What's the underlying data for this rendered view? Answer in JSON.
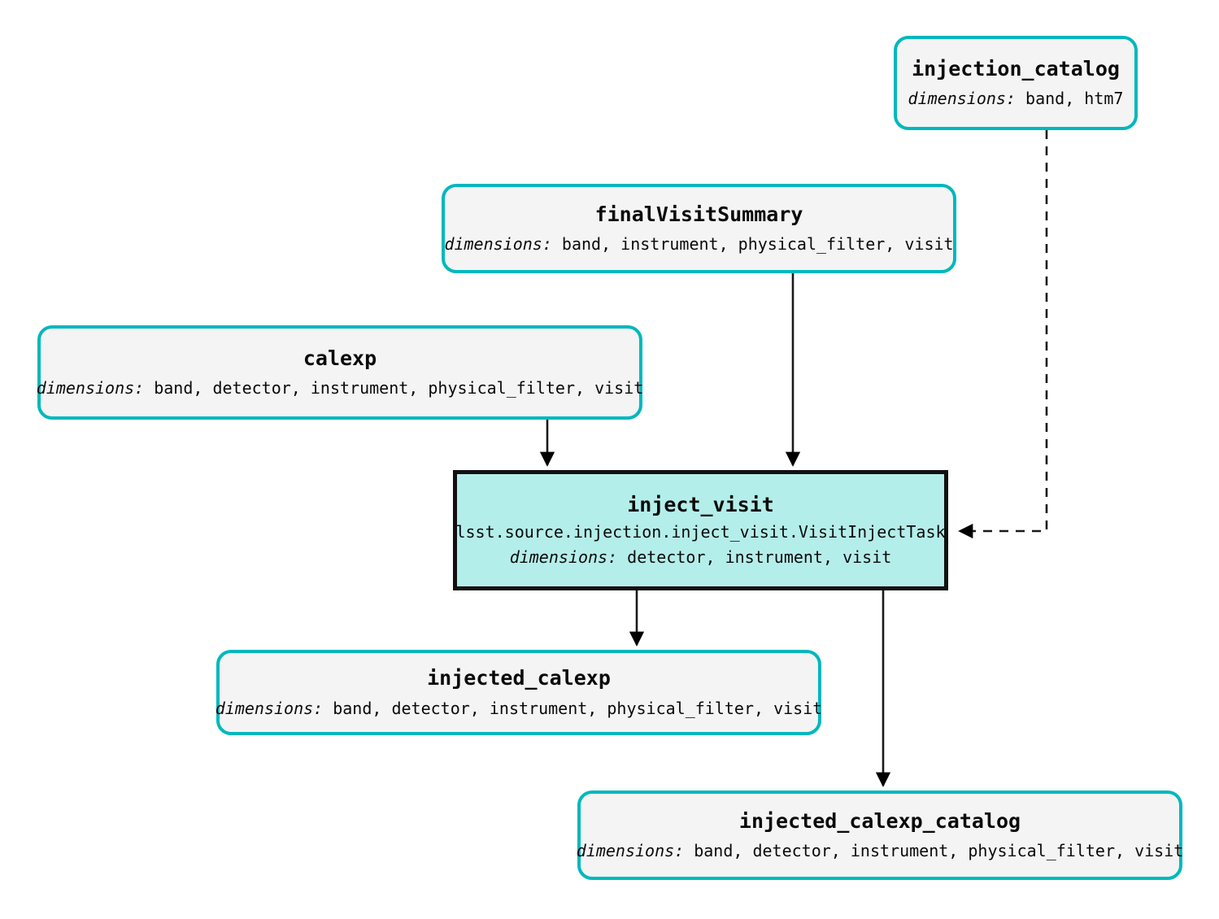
{
  "diagram": {
    "type": "pipeline-dag",
    "background_color": "#ffffff",
    "dataset_border_color": "#00b8bd",
    "dataset_fill_color": "#f4f4f4",
    "task_border_color": "#111111",
    "task_fill_color": "#b4eeea",
    "edge_color": "#000000",
    "dimensions_label": "dimensions:"
  },
  "nodes": {
    "injection_catalog": {
      "id": "injection_catalog",
      "kind": "dataset",
      "title": "injection_catalog",
      "dims_key": "dimensions:",
      "dims_value": " band, htm7"
    },
    "finalVisitSummary": {
      "id": "finalVisitSummary",
      "kind": "dataset",
      "title": "finalVisitSummary",
      "dims_key": "dimensions:",
      "dims_value": " band, instrument, physical_filter, visit"
    },
    "calexp": {
      "id": "calexp",
      "kind": "dataset",
      "title": "calexp",
      "dims_key": "dimensions:",
      "dims_value": " band, detector, instrument, physical_filter, visit"
    },
    "inject_visit": {
      "id": "inject_visit",
      "kind": "task",
      "title": "inject_visit",
      "task_class": "lsst.source.injection.inject_visit.VisitInjectTask",
      "dims_key": "dimensions:",
      "dims_value": " detector, instrument, visit"
    },
    "injected_calexp": {
      "id": "injected_calexp",
      "kind": "dataset",
      "title": "injected_calexp",
      "dims_key": "dimensions:",
      "dims_value": " band, detector, instrument, physical_filter, visit"
    },
    "injected_calexp_catalog": {
      "id": "injected_calexp_catalog",
      "kind": "dataset",
      "title": "injected_calexp_catalog",
      "dims_key": "dimensions:",
      "dims_value": " band, detector, instrument, physical_filter, visit"
    }
  },
  "edges": [
    {
      "from": "calexp",
      "to": "inject_visit",
      "style": "solid"
    },
    {
      "from": "finalVisitSummary",
      "to": "inject_visit",
      "style": "solid"
    },
    {
      "from": "injection_catalog",
      "to": "inject_visit",
      "style": "dashed"
    },
    {
      "from": "inject_visit",
      "to": "injected_calexp",
      "style": "solid"
    },
    {
      "from": "inject_visit",
      "to": "injected_calexp_catalog",
      "style": "solid"
    }
  ]
}
